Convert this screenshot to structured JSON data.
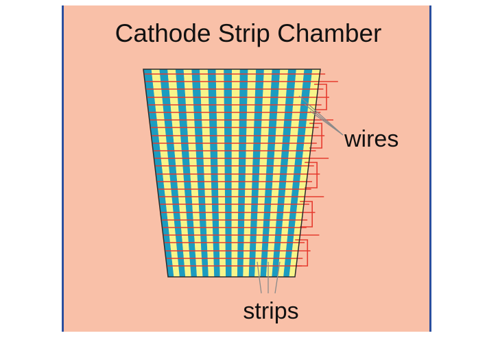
{
  "title": "Cathode Strip Chamber",
  "labels": {
    "wires": "wires",
    "strips": "strips"
  },
  "colors": {
    "background": "#f9c0a8",
    "border": "#2b4f9e",
    "strip_blue": "#1b9cc0",
    "strip_yellow": "#f7f58a",
    "wire_red": "#e63a2e",
    "pointer_gray": "#8a8a8a",
    "outline": "#2a2a2a"
  }
}
